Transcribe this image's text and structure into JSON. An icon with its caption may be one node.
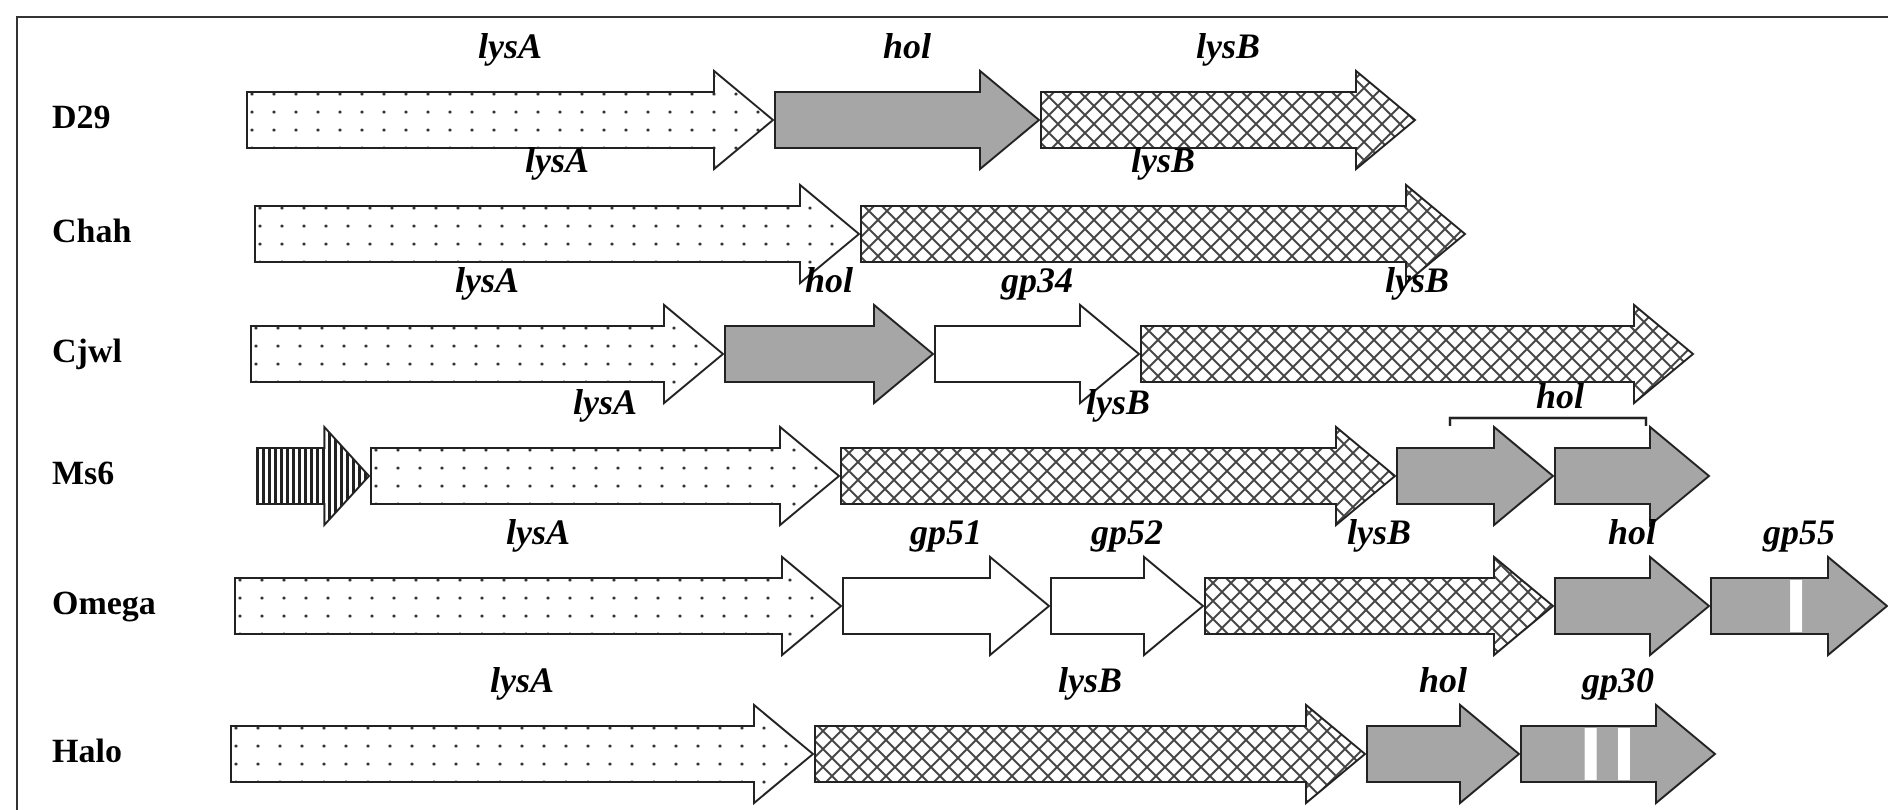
{
  "diagram": {
    "nodes": [
      {
        "text": [
          "lysA"
        ]
      },
      {
        "text": [
          "hol"
        ]
      },
      {
        "text": [
          "lysB"
        ]
      },
      {
        "text": [
          "lysA"
        ]
      },
      {
        "text": [
          "lysB"
        ]
      },
      {
        "text": [
          "lysA"
        ]
      },
      {
        "text": [
          "hol"
        ]
      },
      {
        "text": [
          "gp34"
        ]
      },
      {
        "text": [
          "lysB"
        ]
      },
      {
        "text": [],
        "shape": "arrow"
      },
      {
        "text": [
          "lysA"
        ]
      },
      {
        "text": [
          "lysB"
        ]
      },
      {
        "text": [],
        "shape": "arrow"
      },
      {
        "text": [],
        "shape": "arrow"
      },
      {
        "text": [
          "lysA"
        ]
      },
      {
        "text": [
          "gp51"
        ]
      },
      {
        "text": [
          "gp52"
        ]
      },
      {
        "text": [
          "lysB"
        ]
      },
      {
        "text": [
          "hol"
        ]
      },
      {
        "text": [
          "gp55"
        ]
      },
      {
        "text": [
          "lysA"
        ]
      },
      {
        "text": [
          "lysB"
        ]
      },
      {
        "text": [
          "hol"
        ]
      },
      {
        "text": [
          "gp30"
        ]
      }
    ],
    "labels": [
      "D29",
      "Chah",
      "Cjwl",
      "Ms6",
      "hol",
      "Omega",
      "Halo"
    ]
  }
}
